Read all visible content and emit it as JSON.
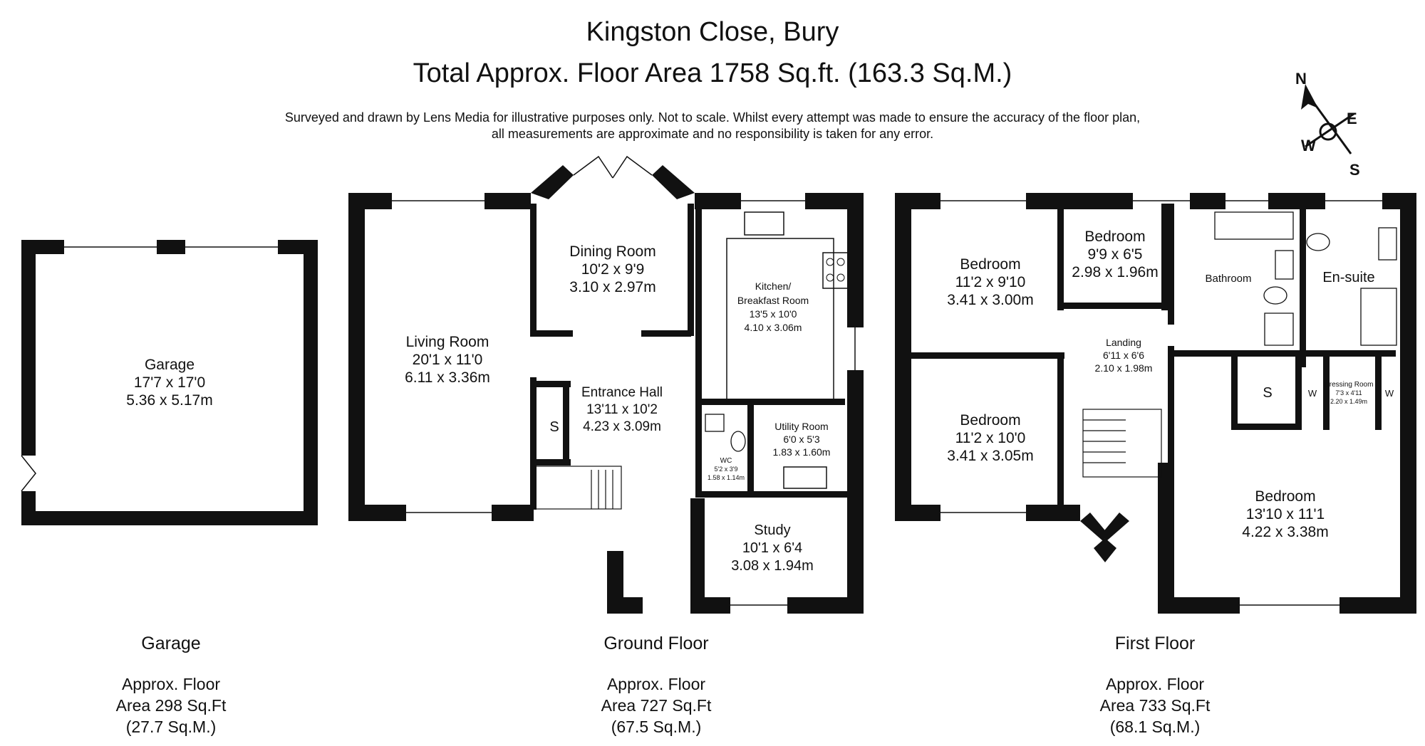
{
  "header": {
    "title": "Kingston Close, Bury",
    "total_area": "Total Approx. Floor Area 1758 Sq.ft. (163.3 Sq.M.)",
    "disclaimer_line1": "Surveyed and drawn by Lens Media for illustrative purposes only. Not to scale. Whilst every attempt was made to ensure the accuracy of the floor plan,",
    "disclaimer_line2": "all measurements are approximate and no responsibility is taken for any error."
  },
  "compass": {
    "north": "N",
    "east": "E",
    "south": "S",
    "west": "W",
    "icon": "compass-rose-icon"
  },
  "garage": {
    "room": {
      "name": "Garage",
      "imperial": "17'7 x 17'0",
      "metric": "5.36 x 5.17m"
    },
    "footer": {
      "title": "Garage",
      "line1": "Approx. Floor",
      "line2": "Area 298 Sq.Ft",
      "line3": "(27.7 Sq.M.)"
    }
  },
  "ground_floor": {
    "rooms": {
      "living": {
        "name": "Living Room",
        "imperial": "20'1 x 11'0",
        "metric": "6.11 x 3.36m"
      },
      "dining": {
        "name": "Dining Room",
        "imperial": "10'2 x 9'9",
        "metric": "3.10 x 2.97m"
      },
      "kitchen": {
        "name1": "Kitchen/",
        "name2": "Breakfast Room",
        "imperial": "13'5 x 10'0",
        "metric": "4.10 x 3.06m"
      },
      "hall": {
        "name": "Entrance Hall",
        "imperial": "13'11 x 10'2",
        "metric": "4.23 x 3.09m"
      },
      "store": {
        "name": "S"
      },
      "wc": {
        "name": "WC",
        "imperial": "5'2 x 3'9",
        "metric": "1.58 x 1.14m"
      },
      "utility": {
        "name": "Utility Room",
        "imperial": "6'0 x 5'3",
        "metric": "1.83 x 1.60m"
      },
      "study": {
        "name": "Study",
        "imperial": "10'1 x 6'4",
        "metric": "3.08 x 1.94m"
      }
    },
    "footer": {
      "title": "Ground Floor",
      "line1": "Approx. Floor",
      "line2": "Area 727 Sq.Ft",
      "line3": "(67.5 Sq.M.)"
    }
  },
  "first_floor": {
    "rooms": {
      "bed1": {
        "name": "Bedroom",
        "imperial": "11'2 x 9'10",
        "metric": "3.41 x 3.00m"
      },
      "bed2": {
        "name": "Bedroom",
        "imperial": "9'9 x 6'5",
        "metric": "2.98 x 1.96m"
      },
      "bathroom": {
        "name": "Bathroom"
      },
      "ensuite": {
        "name": "En-suite"
      },
      "landing": {
        "name": "Landing",
        "imperial": "6'11 x 6'6",
        "metric": "2.10 x 1.98m"
      },
      "bed3": {
        "name": "Bedroom",
        "imperial": "11'2 x 10'0",
        "metric": "3.41 x 3.05m"
      },
      "store": {
        "name": "S"
      },
      "dressing": {
        "name": "Dressing Room",
        "imperial": "7'3 x 4'11",
        "metric": "2.20 x 1.49m",
        "wardrobe_left": "W",
        "wardrobe_right": "W"
      },
      "bed4": {
        "name": "Bedroom",
        "imperial": "13'10 x 11'1",
        "metric": "4.22 x 3.38m"
      }
    },
    "footer": {
      "title": "First Floor",
      "line1": "Approx. Floor",
      "line2": "Area 733 Sq.Ft",
      "line3": "(68.1 Sq.M.)"
    }
  }
}
